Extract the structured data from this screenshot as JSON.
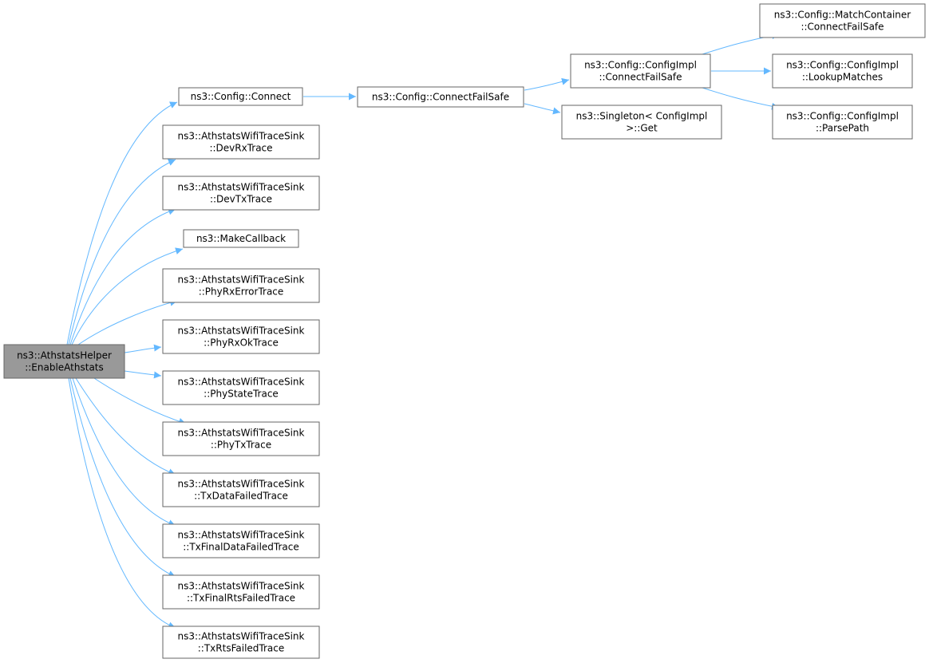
{
  "colors": {
    "edge": "#63b8ff",
    "node_fill": "#ffffff",
    "node_stroke": "#666666",
    "root_fill": "#999999"
  },
  "nodes": [
    {
      "id": "root",
      "lines": [
        "ns3::AthstatsHelper",
        "::EnableAthstats"
      ],
      "highlight": true
    },
    {
      "id": "connect",
      "lines": [
        "ns3::Config::Connect"
      ]
    },
    {
      "id": "devrx",
      "lines": [
        "ns3::AthstatsWifiTraceSink",
        "::DevRxTrace"
      ]
    },
    {
      "id": "devtx",
      "lines": [
        "ns3::AthstatsWifiTraceSink",
        "::DevTxTrace"
      ]
    },
    {
      "id": "makecb",
      "lines": [
        "ns3::MakeCallback"
      ]
    },
    {
      "id": "phyrxerr",
      "lines": [
        "ns3::AthstatsWifiTraceSink",
        "::PhyRxErrorTrace"
      ]
    },
    {
      "id": "phyrxok",
      "lines": [
        "ns3::AthstatsWifiTraceSink",
        "::PhyRxOkTrace"
      ]
    },
    {
      "id": "phystate",
      "lines": [
        "ns3::AthstatsWifiTraceSink",
        "::PhyStateTrace"
      ]
    },
    {
      "id": "phytx",
      "lines": [
        "ns3::AthstatsWifiTraceSink",
        "::PhyTxTrace"
      ]
    },
    {
      "id": "txdata",
      "lines": [
        "ns3::AthstatsWifiTraceSink",
        "::TxDataFailedTrace"
      ]
    },
    {
      "id": "txfinaldata",
      "lines": [
        "ns3::AthstatsWifiTraceSink",
        "::TxFinalDataFailedTrace"
      ]
    },
    {
      "id": "txfinalrts",
      "lines": [
        "ns3::AthstatsWifiTraceSink",
        "::TxFinalRtsFailedTrace"
      ]
    },
    {
      "id": "txrts",
      "lines": [
        "ns3::AthstatsWifiTraceSink",
        "::TxRtsFailedTrace"
      ]
    },
    {
      "id": "cfs",
      "lines": [
        "ns3::Config::ConnectFailSafe"
      ]
    },
    {
      "id": "implcfs",
      "lines": [
        "ns3::Config::ConfigImpl",
        "::ConnectFailSafe"
      ]
    },
    {
      "id": "singleton",
      "lines": [
        "ns3::Singleton< ConfigImpl",
        ">::Get"
      ]
    },
    {
      "id": "matchcfs",
      "lines": [
        "ns3::Config::MatchContainer",
        "::ConnectFailSafe"
      ]
    },
    {
      "id": "lookup",
      "lines": [
        "ns3::Config::ConfigImpl",
        "::LookupMatches"
      ]
    },
    {
      "id": "parse",
      "lines": [
        "ns3::Config::ConfigImpl",
        "::ParsePath"
      ]
    }
  ],
  "edges": [
    [
      "root",
      "connect"
    ],
    [
      "root",
      "devrx"
    ],
    [
      "root",
      "devtx"
    ],
    [
      "root",
      "makecb"
    ],
    [
      "root",
      "phyrxerr"
    ],
    [
      "root",
      "phyrxok"
    ],
    [
      "root",
      "phystate"
    ],
    [
      "root",
      "phytx"
    ],
    [
      "root",
      "txdata"
    ],
    [
      "root",
      "txfinaldata"
    ],
    [
      "root",
      "txfinalrts"
    ],
    [
      "root",
      "txrts"
    ],
    [
      "connect",
      "cfs"
    ],
    [
      "cfs",
      "implcfs"
    ],
    [
      "cfs",
      "singleton"
    ],
    [
      "implcfs",
      "matchcfs"
    ],
    [
      "implcfs",
      "lookup"
    ],
    [
      "implcfs",
      "parse"
    ]
  ]
}
